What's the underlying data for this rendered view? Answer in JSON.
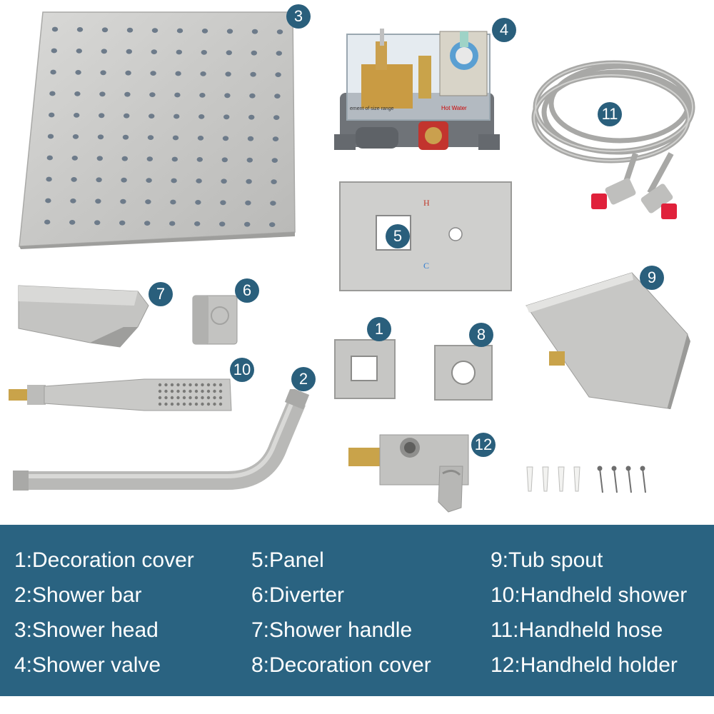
{
  "colors": {
    "brushed_nickel": "#c6c6c4",
    "badge": "#2a5f7c",
    "legend_bg": "#2a6381",
    "legend_text": "#ffffff",
    "brass": "#c9a34a"
  },
  "valve": {
    "label_left": "ement of size range",
    "label_hot": "Hot Water"
  },
  "panel_marks": {
    "hot": "H",
    "cold": "C"
  },
  "badges": [
    "1",
    "2",
    "3",
    "4",
    "5",
    "6",
    "7",
    "8",
    "9",
    "10",
    "11",
    "12"
  ],
  "legend": {
    "col1": [
      "1:Decoration cover",
      "2:Shower bar",
      "3:Shower head",
      "4:Shower valve"
    ],
    "col2": [
      "5:Panel",
      "6:Diverter",
      "7:Shower handle",
      "8:Decoration cover"
    ],
    "col3": [
      "9:Tub spout",
      "10:Handheld shower",
      "11:Handheld hose",
      "12:Handheld holder"
    ]
  }
}
